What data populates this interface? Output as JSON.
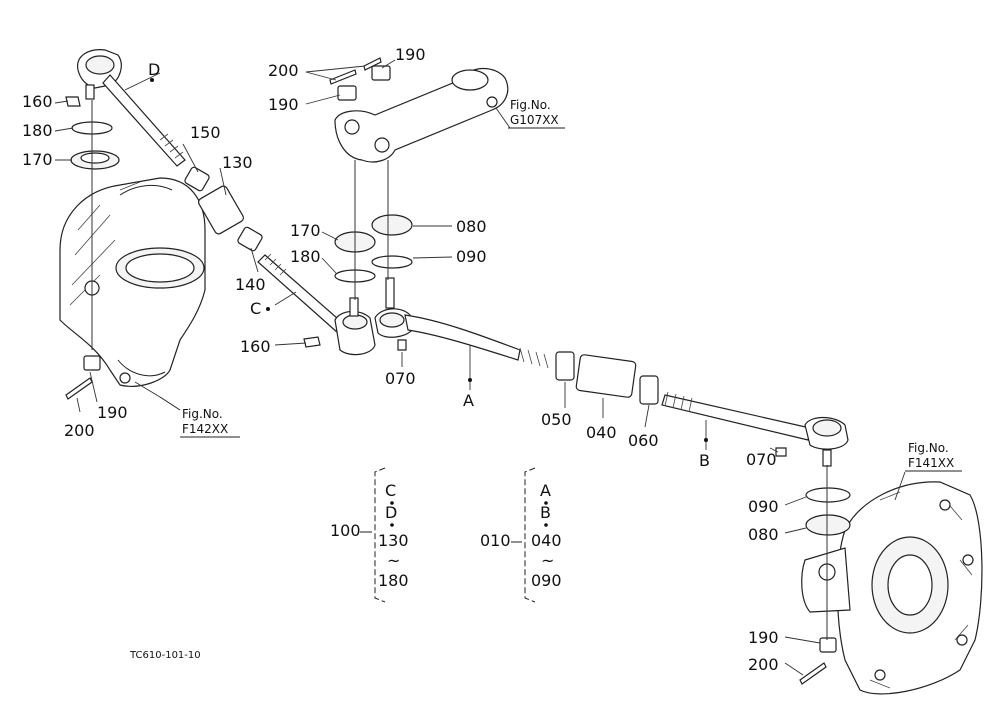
{
  "callouts": {
    "n200_top": "200",
    "n190_top_right": "190",
    "n190_top_left": "190",
    "n160_left": "160",
    "n180_left": "180",
    "n170_left": "170",
    "n150": "150",
    "n130": "130",
    "n140": "140",
    "n170_mid": "170",
    "n180_mid": "180",
    "n080_mid": "080",
    "n090_mid": "090",
    "n160_mid": "160",
    "n070_mid": "070",
    "n190_bottom_left": "190",
    "n200_bottom_left": "200",
    "n050": "050",
    "n040": "040",
    "n060": "060",
    "n070_right": "070",
    "n090_right": "090",
    "n080_right": "080",
    "n190_bottom_right": "190",
    "n200_bottom_right": "200",
    "letter_D": "D",
    "letter_C": "C",
    "letter_A": "A",
    "letter_B": "B"
  },
  "fig_refs": {
    "g107": {
      "label": "Fig.No.",
      "code": "G107XX"
    },
    "f142": {
      "label": "Fig.No.",
      "code": "F142XX"
    },
    "f141": {
      "label": "Fig.No.",
      "code": "F141XX"
    }
  },
  "assembly_100": {
    "number": "100",
    "items": [
      "C",
      "D",
      "130",
      "~",
      "180"
    ]
  },
  "assembly_010": {
    "number": "010",
    "items": [
      "A",
      "B",
      "040",
      "~",
      "090"
    ]
  },
  "drawing_code": "TC610-101-10"
}
